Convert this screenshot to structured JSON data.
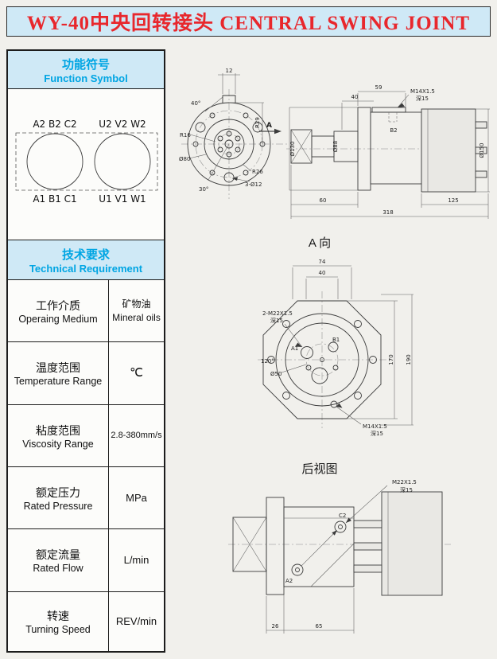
{
  "page": {
    "title": "WY-40中央回转接头 CENTRAL SWING JOINT"
  },
  "colors": {
    "title_red": "#e8272c",
    "header_blue": "#00a5e3",
    "header_bg": "#cfe9f6",
    "page_bg": "#f1f0ec"
  },
  "function_symbol": {
    "heading_zh": "功能符号",
    "heading_en": "Function Symbol",
    "ports_top_left": "A2 B2 C2",
    "ports_top_right": "U2 V2 W2",
    "ports_bottom_left": "A1 B1 C1",
    "ports_bottom_right": "U1 V1 W1"
  },
  "technical_requirement": {
    "heading_zh": "技术要求",
    "heading_en": "Technical Requirement",
    "rows": [
      {
        "zh": "工作介质",
        "en": "Operaing Medium",
        "value": "矿物油\nMineral oils"
      },
      {
        "zh": "温度范围",
        "en": "Temperature Range",
        "value": "℃"
      },
      {
        "zh": "粘度范围",
        "en": "Viscosity Range",
        "value": "2.8-380mm/s"
      },
      {
        "zh": "额定压力",
        "en": "Rated Pressure",
        "value": "MPa"
      },
      {
        "zh": "额定流量",
        "en": "Rated Flow",
        "value": "L/min"
      },
      {
        "zh": "转速",
        "en": "Turning Speed",
        "value": "REV/min"
      }
    ]
  },
  "front_view": {
    "dim_12": "12",
    "dim_40deg": "40°",
    "dim_r16": "R16",
    "dim_d80": "Ø80",
    "dim_r29": "R29",
    "dim_r26": "R26",
    "dim_holes": "3-Ø12",
    "dim_30deg": "30°",
    "view_label": "A"
  },
  "side_view": {
    "dim_59": "59",
    "dim_40": "40",
    "thread_m14": "M14X1.5",
    "depth_15": "深15",
    "dim_d130": "Ø130",
    "dim_d88": "Ø88",
    "dim_d150": "Ø150",
    "port_b2": "B2",
    "dim_60": "60",
    "dim_125": "125",
    "dim_318": "318"
  },
  "view_a": {
    "caption": "A 向",
    "dim_74": "74",
    "dim_40": "40",
    "thread_m22": "2-M22X1.5",
    "depth_15a": "深15",
    "dim_120deg": "120°",
    "dim_d50": "Ø50",
    "port_a1": "A1",
    "port_b1": "B1",
    "dim_170": "170",
    "dim_190": "190",
    "thread_m14": "M14X1.5",
    "depth_15b": "深15"
  },
  "rear_view": {
    "caption": "后视图",
    "thread_m22": "M22X1.5",
    "depth_15": "深15",
    "port_c2": "C2",
    "port_a2": "A2",
    "dim_26": "26",
    "dim_65": "65"
  }
}
